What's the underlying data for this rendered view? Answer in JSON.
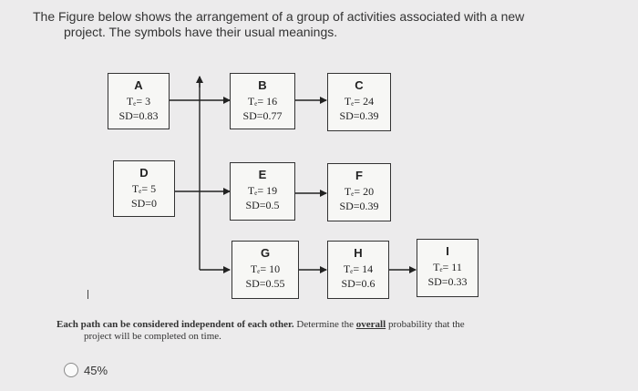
{
  "intro": {
    "line1": "The Figure below shows the arrangement of a group of activities associated with a new",
    "line2": "project. The symbols have their usual meanings."
  },
  "activities": [
    {
      "name": "A",
      "te": "Tₑ= 3",
      "sd": "SD=0.83"
    },
    {
      "name": "B",
      "te": "Tₑ= 16",
      "sd": "SD=0.77"
    },
    {
      "name": "C",
      "te": "Tₑ= 24",
      "sd": "SD=0.39"
    },
    {
      "name": "D",
      "te": "Tₑ= 5",
      "sd": "SD=0"
    },
    {
      "name": "E",
      "te": "Tₑ= 19",
      "sd": "SD=0.5"
    },
    {
      "name": "F",
      "te": "Tₑ= 20",
      "sd": "SD=0.39"
    },
    {
      "name": "G",
      "te": "Tₑ= 10",
      "sd": "SD=0.55"
    },
    {
      "name": "H",
      "te": "Tₑ= 14",
      "sd": "SD=0.6"
    },
    {
      "name": "I",
      "te": "Tₑ= 11",
      "sd": "SD=0.33"
    }
  ],
  "question": {
    "part1": "Each path can be considered independent of each other.",
    "part2": "Determine the",
    "underlined": "overall",
    "part3": "probability that the",
    "line2": "project will be completed on time."
  },
  "options": [
    {
      "label": "45%",
      "selected": false
    }
  ]
}
